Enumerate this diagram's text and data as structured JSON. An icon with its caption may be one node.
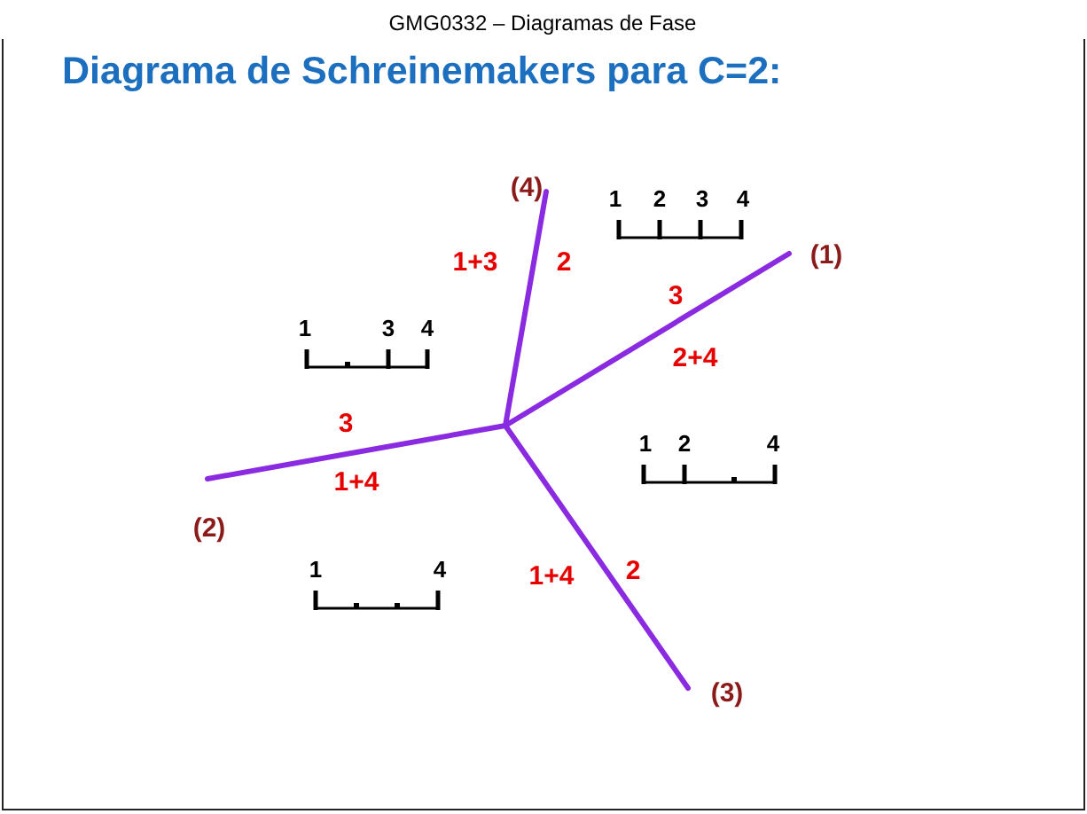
{
  "diagram": {
    "title": "Diagrama de Schreinemakers para C=2:",
    "labels": [
      "GMG0332 – Diagramas de Fase",
      "(4)",
      "1",
      "2",
      "3",
      "4",
      "1+3",
      "2",
      "(1)",
      "3",
      "1",
      "3",
      "4",
      "2+4",
      "3",
      "1",
      "2",
      "4",
      "1+4",
      "(2)",
      "1",
      "4",
      "1+4",
      "2",
      "(3)"
    ]
  }
}
